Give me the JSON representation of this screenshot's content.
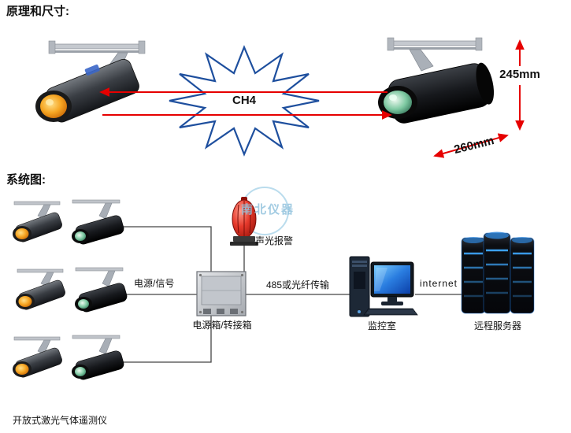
{
  "titles": {
    "principle": "原理和尺寸:",
    "system": "系统图:"
  },
  "principle": {
    "gas": "CH4",
    "height": "245mm",
    "width": "260mm"
  },
  "system": {
    "alarm": "声光报警",
    "power_signal": "电源/信号",
    "junction_box": "电源箱/转接箱",
    "transmission": "485或光纤传输",
    "internet": "internet",
    "monitor_room": "监控室",
    "remote_server": "远程服务器",
    "watermark": "南北仪器",
    "device_name": "开放式激光气体遥测仪"
  },
  "colors": {
    "arrow_red": "#e60000",
    "star_blue": "#1e4f9e",
    "wire_gray": "#444444",
    "watermark_blue": "#92c3dd",
    "lens_orange": "#f6a623",
    "lens_green": "#7ec9a2",
    "screen_blue": "#2a7de0"
  }
}
